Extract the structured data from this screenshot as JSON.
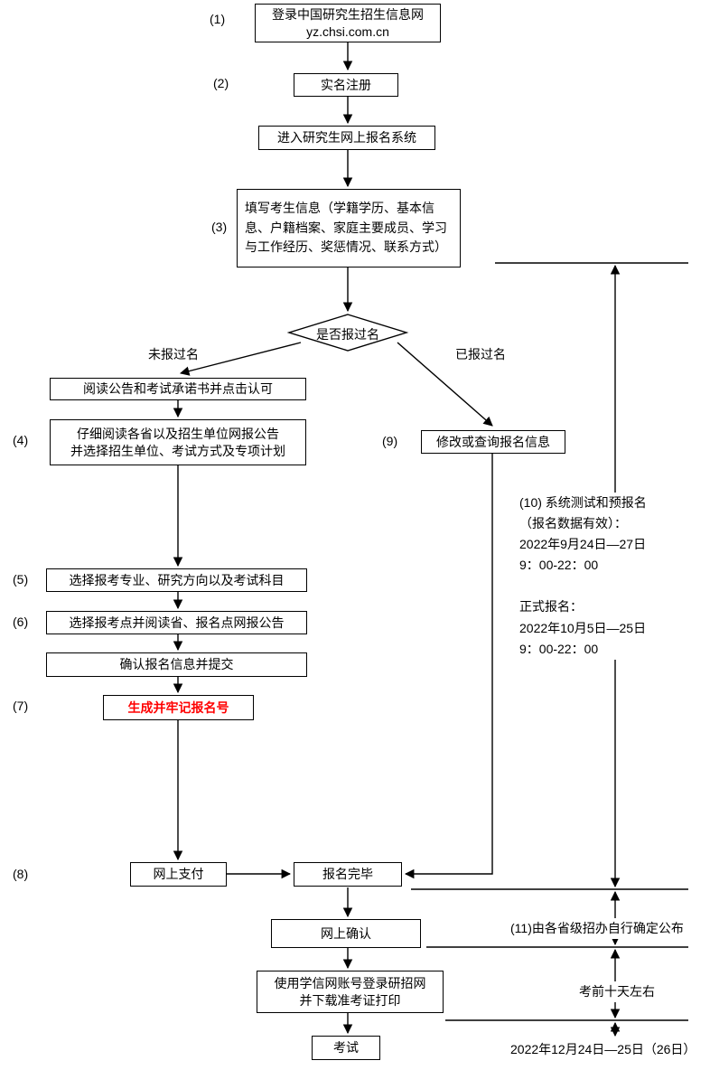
{
  "steps": {
    "n1": "(1)",
    "n2": "(2)",
    "n3": "(3)",
    "n4": "(4)",
    "n5": "(5)",
    "n6": "(6)",
    "n7": "(7)",
    "n8": "(8)",
    "n9": "(9)"
  },
  "nodes": {
    "login": "登录中国研究生招生信息网\nyz.chsi.com.cn",
    "register": "实名注册",
    "enter_system": "进入研究生网上报名系统",
    "fill_info": "填写考生信息（学籍学历、基本信息、户籍档案、家庭主要成员、学习与工作经历、奖惩情况、联系方式）",
    "decision": "是否报过名",
    "branch_left": "未报过名",
    "branch_right": "已报过名",
    "read_notice": "阅读公告和考试承诺书并点击认可",
    "read_bulletins": "仔细阅读各省以及招生单位网报公告\n并选择招生单位、考试方式及专项计划",
    "modify_query": "修改或查询报名信息",
    "choose_major": "选择报考专业、研究方向以及考试科目",
    "choose_site": "选择报考点并阅读省、报名点网报公告",
    "confirm_submit": "确认报名信息并提交",
    "generate_number": "生成并牢记报名号",
    "pay_online": "网上支付",
    "registration_done": "报名完毕",
    "online_confirm": "网上确认",
    "download_ticket": "使用学信网账号登录研招网\n并下载准考证打印",
    "exam": "考试"
  },
  "annotations": {
    "note10": "(10) 系统测试和预报名\n（报名数据有效）：\n2022年9月24日—27日\n9：00-22：00\n\n正式报名：\n2022年10月5日—25日\n9：00-22：00",
    "note11": "(11)由各省级招办自行确定公布",
    "note_pre_exam": "考前十天左右",
    "note_exam_date": "2022年12月24日—25日（26日）"
  },
  "colors": {
    "highlight_red": "#ff0000",
    "line_black": "#000000",
    "background": "#ffffff"
  }
}
